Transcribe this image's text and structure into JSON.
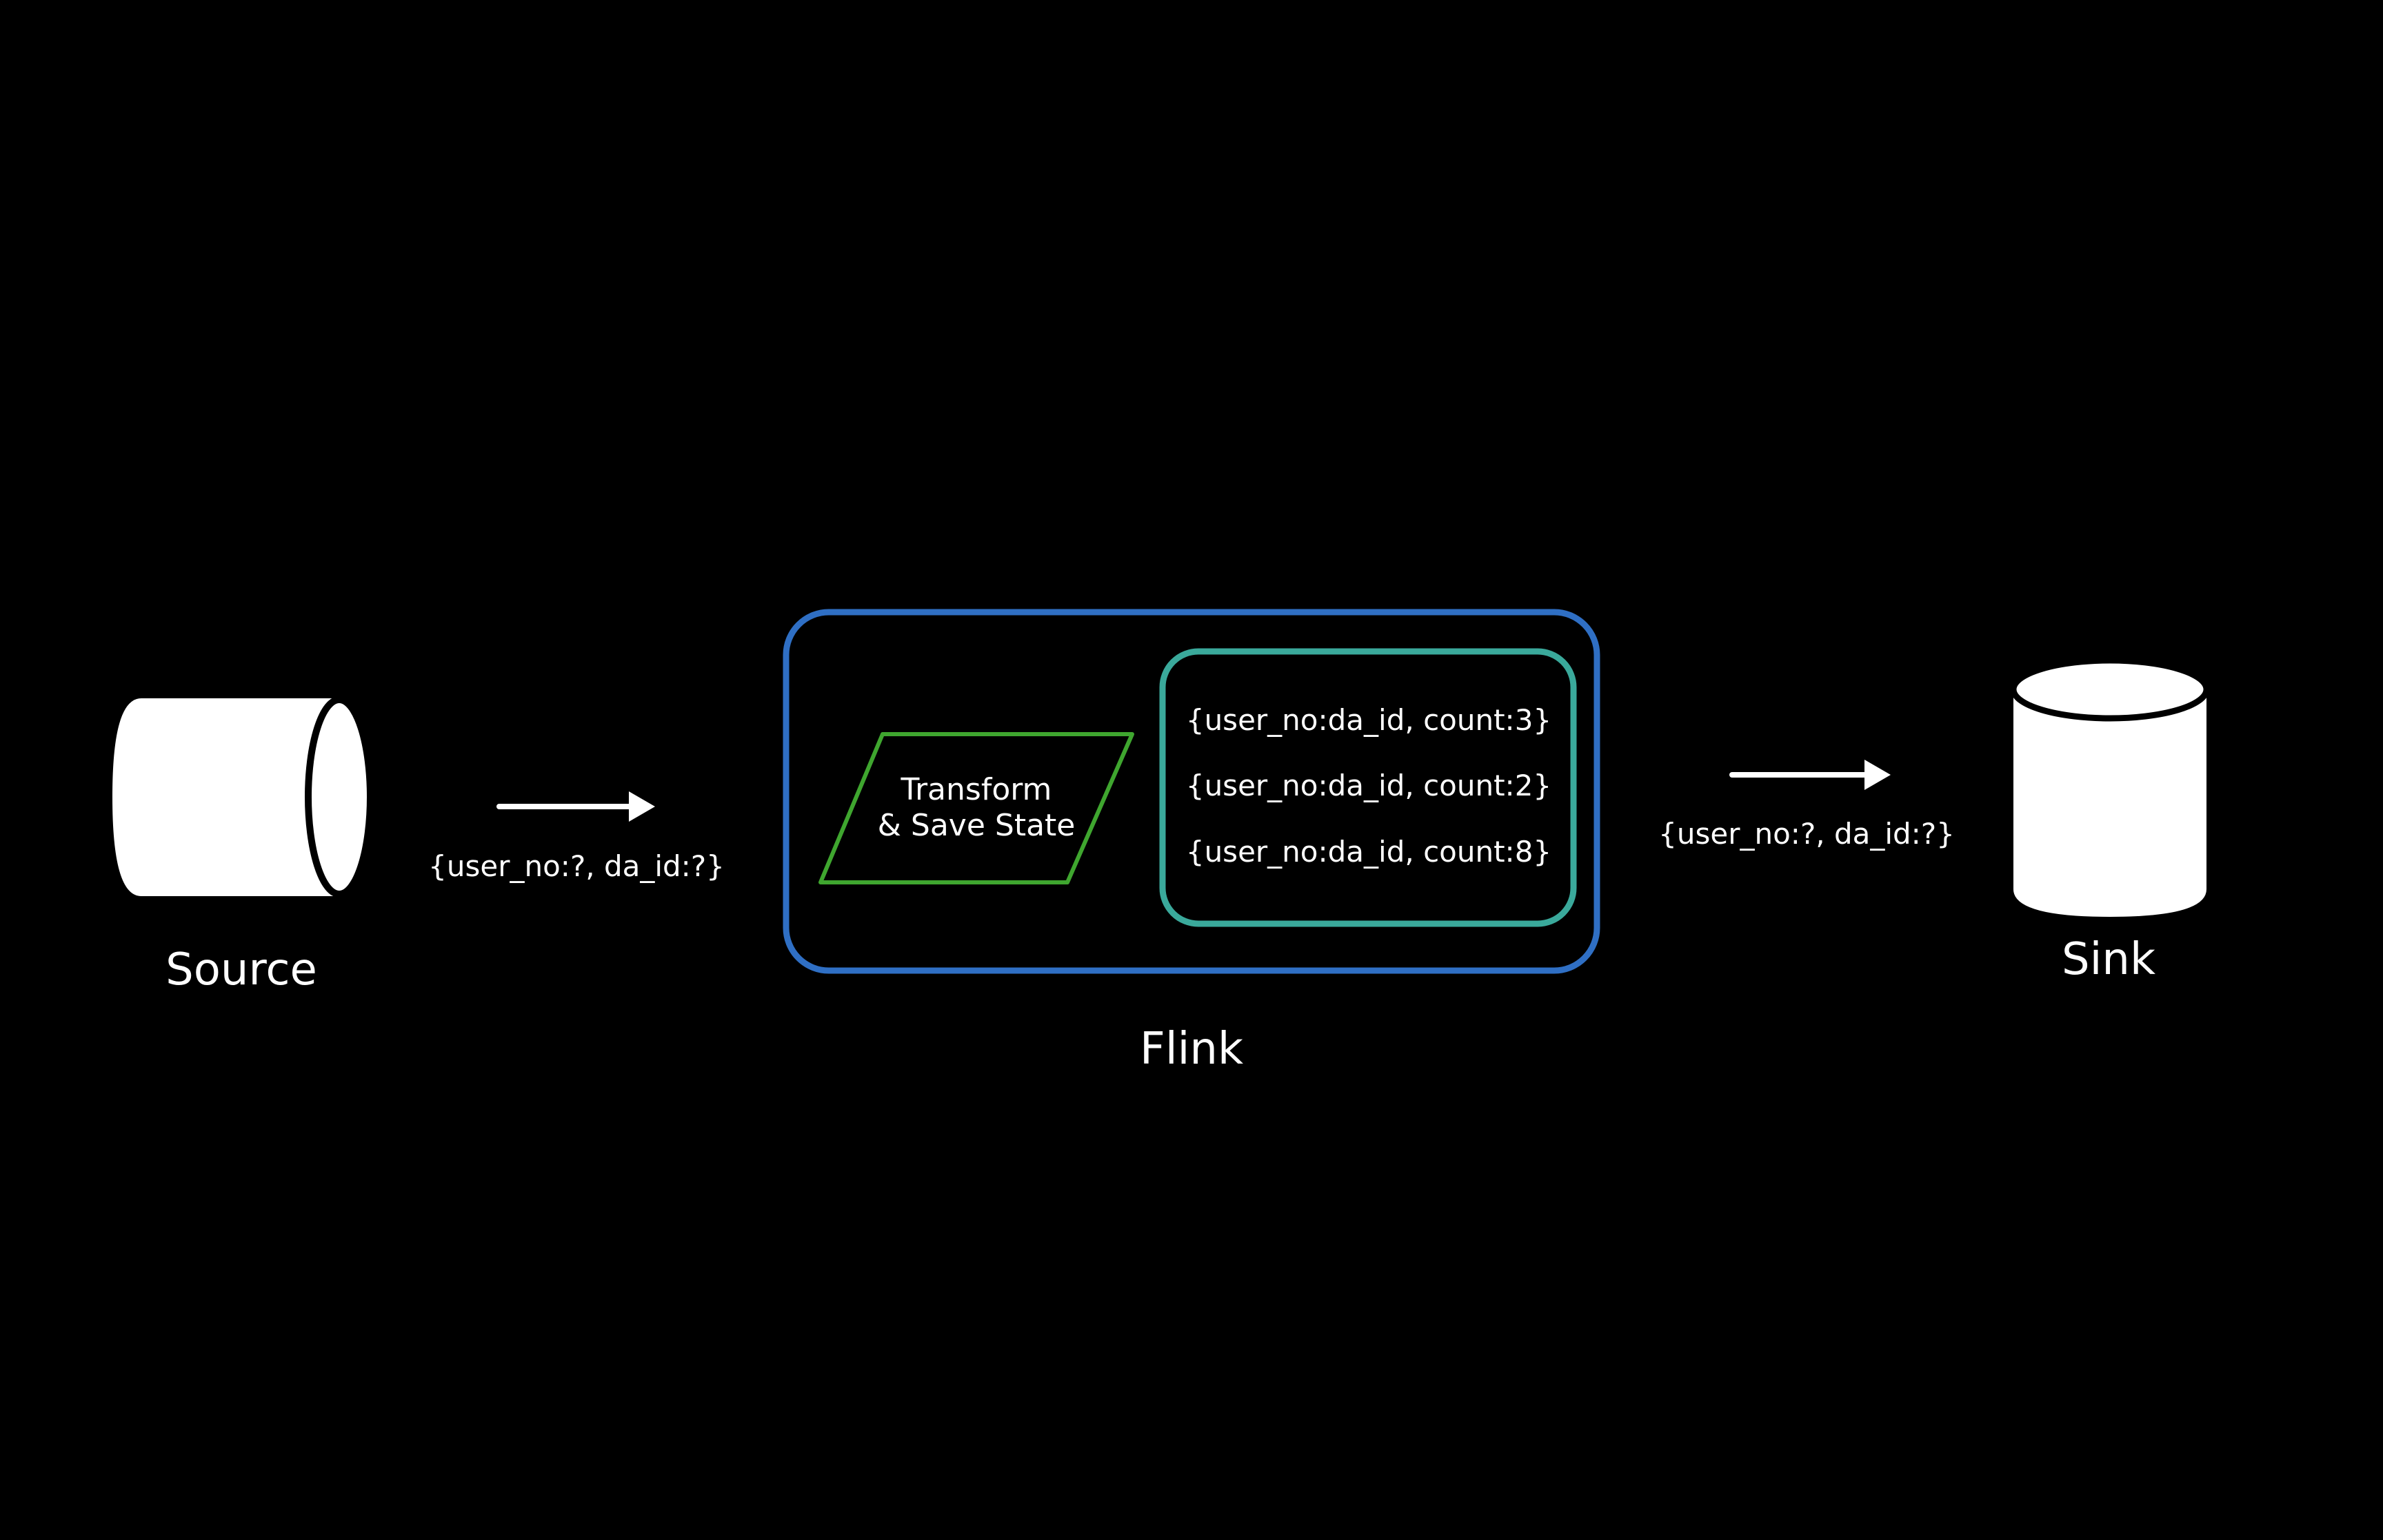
{
  "diagram": {
    "source": {
      "label": "Source"
    },
    "sink": {
      "label": "Sink"
    },
    "flink": {
      "label": "Flink",
      "transform_line1": "Transform",
      "transform_line2": "& Save State",
      "state_items": [
        "{user_no:da_id, count:3}",
        "{user_no:da_id, count:2}",
        "{user_no:da_id, count:8}"
      ]
    },
    "edges": {
      "source_to_flink": "{user_no:?, da_id:?}",
      "flink_to_sink": "{user_no:?, da_id:?}"
    },
    "colors": {
      "background": "#000000",
      "flink_border": "#2f6fc4",
      "state_border": "#3aa99b",
      "transform_border": "#3fa62f",
      "foreground": "#ffffff"
    }
  }
}
